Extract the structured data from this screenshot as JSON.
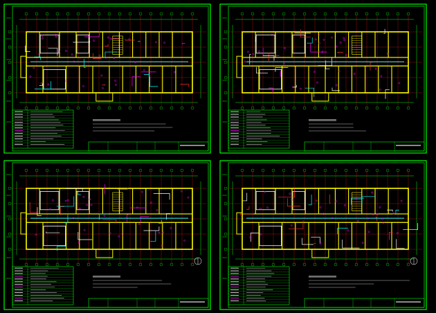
{
  "drawing": {
    "frame_color": "#00ff00",
    "wall_color": "#ffff00",
    "wire_colors": [
      "#00ffff",
      "#ff00ff",
      "#ffffff",
      "#ff3030"
    ],
    "axis_color": "#ff2020",
    "sheets": [
      {
        "id": "sheet-1",
        "room_fill": "#ffffff",
        "title_text": "",
        "notes": []
      },
      {
        "id": "sheet-2",
        "room_fill": "#ffffff",
        "title_text": "",
        "notes": []
      },
      {
        "id": "sheet-3",
        "room_fill": "#ffffff",
        "title_text": "",
        "notes": []
      },
      {
        "id": "sheet-4",
        "room_fill": "#ffffff",
        "title_text": "",
        "notes": []
      }
    ]
  }
}
